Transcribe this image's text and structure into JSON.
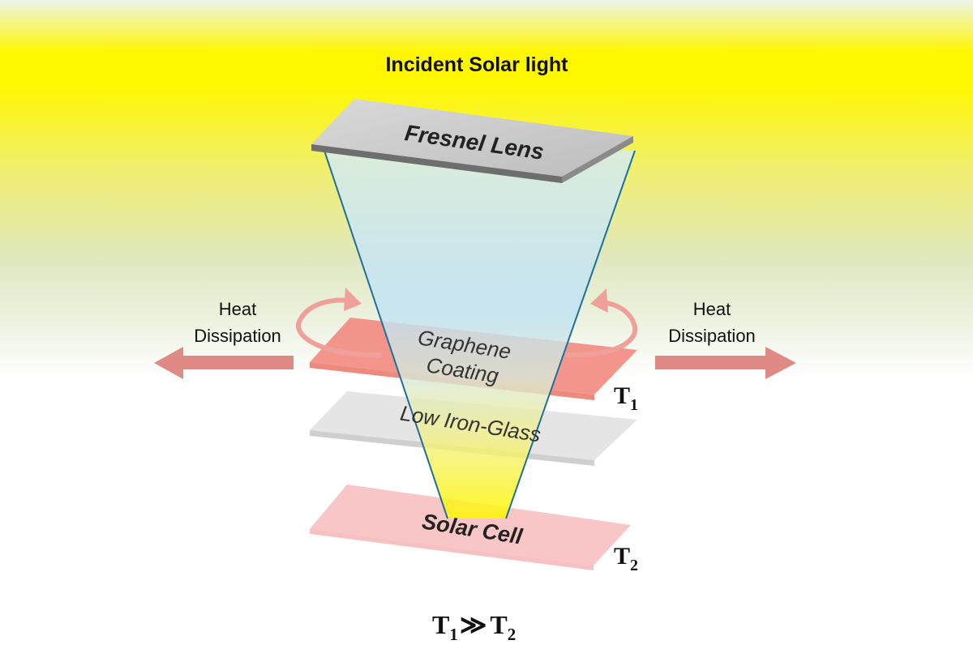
{
  "title": "Incident Solar light",
  "layers": {
    "lens": "Fresnel Lens",
    "graphene_line1": "Graphene",
    "graphene_line2": "Coating",
    "glass": "Low Iron-Glass",
    "cell": "Solar Cell"
  },
  "heat": {
    "left_line1": "Heat",
    "left_line2": "Dissipation",
    "right_line1": "Heat",
    "right_line2": "Dissipation"
  },
  "temperatures": {
    "t1_base": "T",
    "t1_sub": "1",
    "t2_base": "T",
    "t2_sub": "2"
  },
  "relation": {
    "left_base": "T",
    "left_sub": "1",
    "operator": "≫",
    "right_base": "T",
    "right_sub": "2"
  },
  "colors": {
    "sun_yellow": "#fff700",
    "beam_blue": "#bfe3f5",
    "beam_edge": "#1f6f9a",
    "graphene": "#f28a80",
    "glass": "#e3e3e3",
    "cell": "#f7bcbc",
    "lens": "#c8c8c8",
    "arrow": "#e08a86"
  }
}
